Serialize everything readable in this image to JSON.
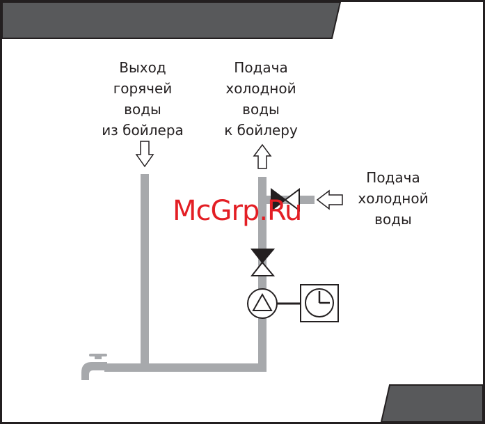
{
  "labels": {
    "hot_out": [
      "Выход",
      "горячей",
      "воды",
      "из бойлера"
    ],
    "cold_to_boiler": [
      "Подача",
      "холодной",
      "воды",
      "к бойлеру"
    ],
    "cold_in": [
      "Подача",
      "холодной",
      "воды"
    ]
  },
  "watermark": "McGrp.Ru",
  "colors": {
    "frame": "#231f20",
    "band": "#58595b",
    "pipe": "#a7a9ac",
    "valve": "#231f20",
    "watermark": "#e31e24"
  },
  "icons": [
    "arrow-down-icon",
    "arrow-up-icon",
    "arrow-left-icon",
    "check-valve-icon",
    "shutoff-valve-icon",
    "pump-icon",
    "timer-clock-icon",
    "faucet-icon"
  ]
}
